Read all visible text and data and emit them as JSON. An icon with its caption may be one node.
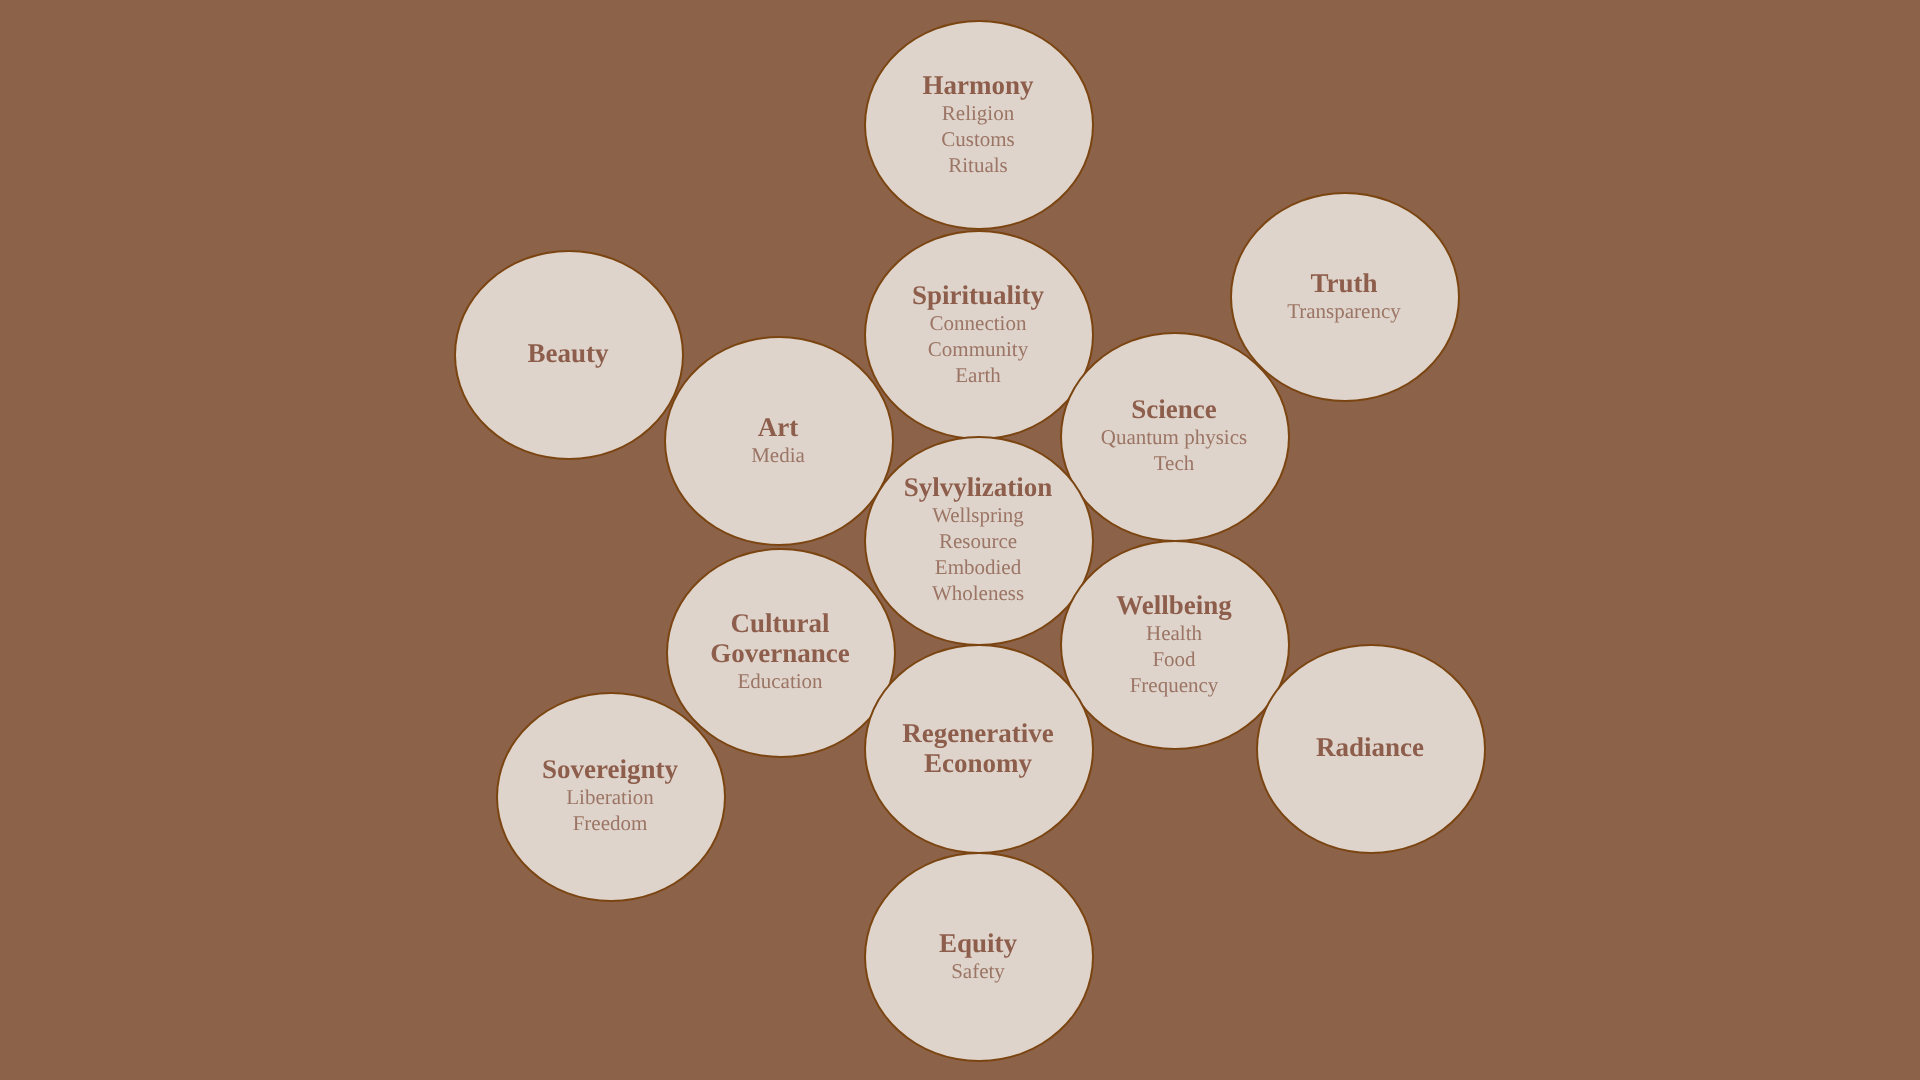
{
  "diagram": {
    "nodes": [
      {
        "text": [
          "Harmony",
          "Religion",
          "Customs",
          "Rituals"
        ]
      },
      {
        "text": [
          "Truth",
          "Transparency"
        ]
      },
      {
        "text": [
          "Spirituality",
          "Connection",
          "Community",
          "Earth"
        ]
      },
      {
        "text": [
          "Beauty"
        ]
      },
      {
        "text": [
          "Science",
          "Quantum physics",
          "Tech"
        ]
      },
      {
        "text": [
          "Art",
          "Media"
        ]
      },
      {
        "text": [
          "Sylvylization",
          "Wellspring",
          "Resource",
          "Embodied",
          "Wholeness"
        ]
      },
      {
        "text": [
          "Wellbeing",
          "Health",
          "Food",
          "Frequency"
        ]
      },
      {
        "text": [
          "Cultural Governance",
          "Education"
        ]
      },
      {
        "text": [
          "Regenerative Economy"
        ]
      },
      {
        "text": [
          "Radiance"
        ]
      },
      {
        "text": [
          "Sovereignty",
          "Liberation",
          "Freedom"
        ]
      },
      {
        "text": [
          "Equity",
          "Safety"
        ]
      }
    ]
  }
}
